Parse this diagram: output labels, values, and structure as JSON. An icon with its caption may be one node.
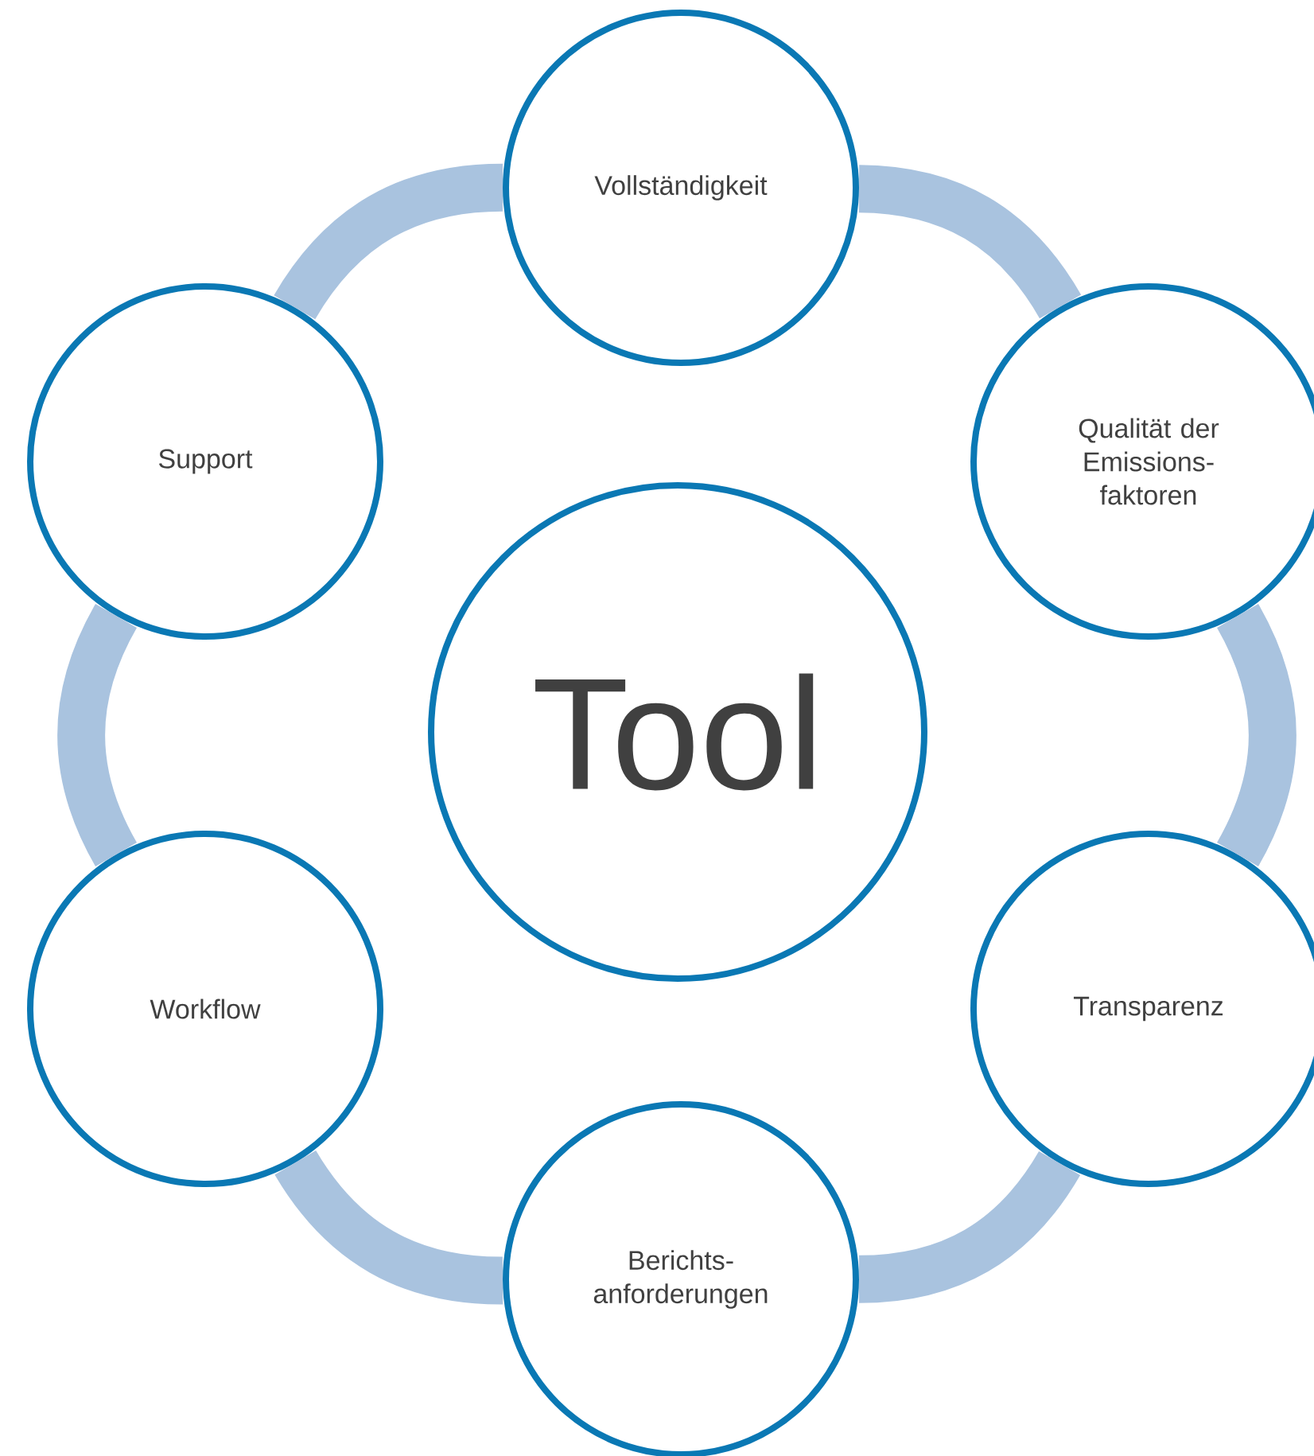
{
  "diagram": {
    "nodes": [
      {
        "text": [
          "Tool"
        ]
      },
      {
        "text": [
          "Vollständigkeit"
        ]
      },
      {
        "text": [
          "Qualität der Emissions- faktoren"
        ]
      },
      {
        "text": [
          "Transparenz"
        ]
      },
      {
        "text": [
          "Berichts- anforderungen"
        ]
      },
      {
        "text": [
          "Workflow"
        ]
      },
      {
        "text": [
          "Support"
        ]
      }
    ],
    "edges": [
      {
        "from": 1,
        "to": 2,
        "arrow": "none"
      },
      {
        "from": 2,
        "to": 3,
        "arrow": "none"
      },
      {
        "from": 3,
        "to": 4,
        "arrow": "none"
      },
      {
        "from": 4,
        "to": 5,
        "arrow": "none"
      },
      {
        "from": 5,
        "to": 6,
        "arrow": "none"
      },
      {
        "from": 6,
        "to": 1,
        "arrow": "none"
      }
    ]
  }
}
